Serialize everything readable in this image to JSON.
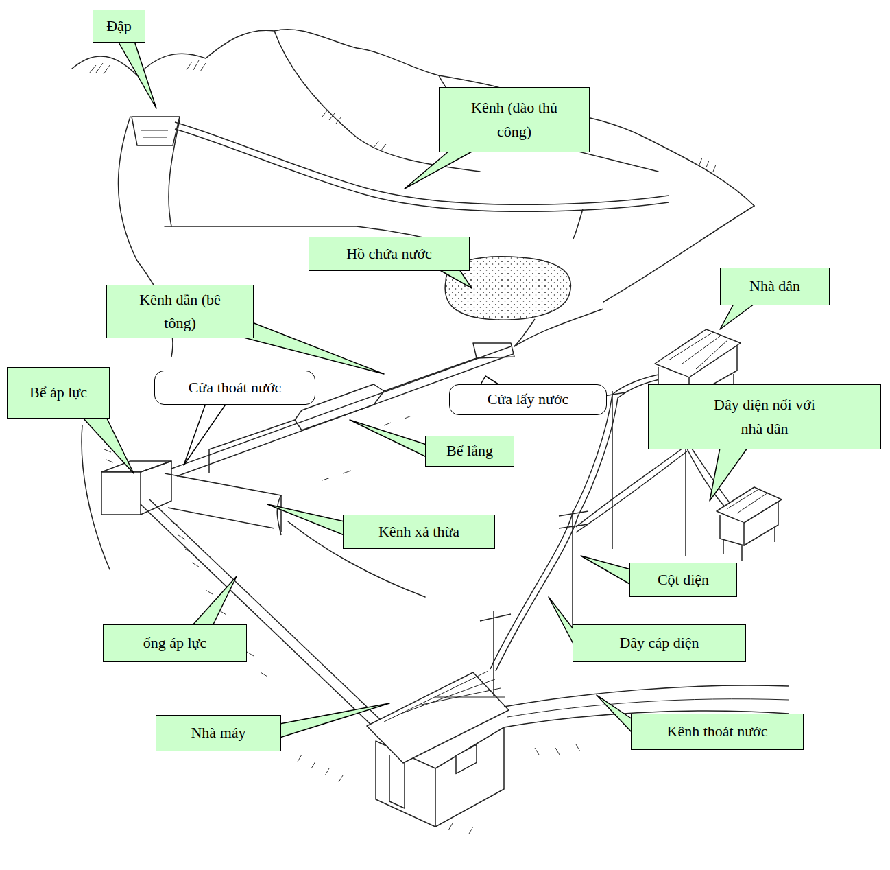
{
  "diagram": {
    "nodes": [
      {
        "text": [
          "Đập"
        ]
      },
      {
        "text": [
          "Kênh (đào thủ công)"
        ]
      },
      {
        "text": [
          "Hồ chứa nước"
        ]
      },
      {
        "text": [
          "Nhà dân"
        ]
      },
      {
        "text": [
          "Kênh dẫn (bê tông)"
        ]
      },
      {
        "text": [
          "Bể áp lực"
        ]
      },
      {
        "text": [
          "Cửa thoát nước"
        ]
      },
      {
        "text": [
          "Cửa lấy nước"
        ]
      },
      {
        "text": [
          "Dây điện nối với nhà dân"
        ]
      },
      {
        "text": [
          "Bể lắng"
        ]
      },
      {
        "text": [
          "Kênh xả thừa"
        ]
      },
      {
        "text": [
          "Cột điện"
        ]
      },
      {
        "text": [
          "ống áp lực"
        ]
      },
      {
        "text": [
          "Dây cáp điện"
        ]
      },
      {
        "text": [
          "Nhà máy"
        ]
      },
      {
        "text": [
          "Kênh thoát nước"
        ]
      }
    ]
  }
}
